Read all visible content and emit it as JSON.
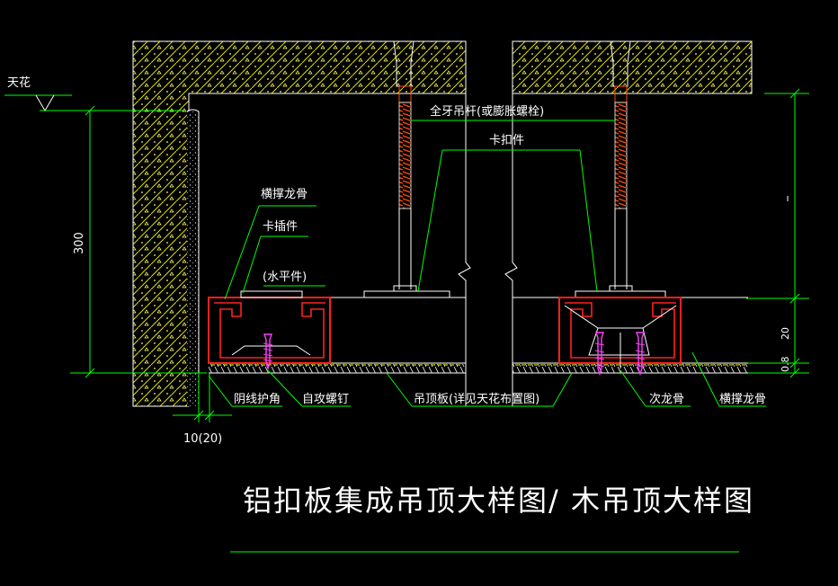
{
  "labels": {
    "ceiling_mark": "天花",
    "dim_300": "300",
    "dim_20": "20",
    "dim_08": "0.8",
    "dim_gap": "10(20)",
    "threaded_rod": "全牙吊杆(或膨胀螺栓)",
    "clip": "卡扣件",
    "cross_keel_left": "横撑龙骨",
    "snap_piece": "卡插件",
    "level_piece": "(水平件)",
    "corner_trim": "阴线护角",
    "tapping_screw": "自攻螺钉",
    "ceiling_panel": "吊顶板(详见天花布置图)",
    "secondary_keel": "次龙骨",
    "cross_keel_right": "横撑龙骨"
  },
  "title": "铝扣板集成吊顶大样图/ 木吊顶大样图",
  "colors": {
    "background": "#000000",
    "hatch": "#ffff00",
    "leader": "#00ff00",
    "dimension": "#00ff00",
    "profile": "#ff2020",
    "outline": "#ffffff",
    "screw": "#ff40ff",
    "rod_thread": "#ff4000"
  }
}
